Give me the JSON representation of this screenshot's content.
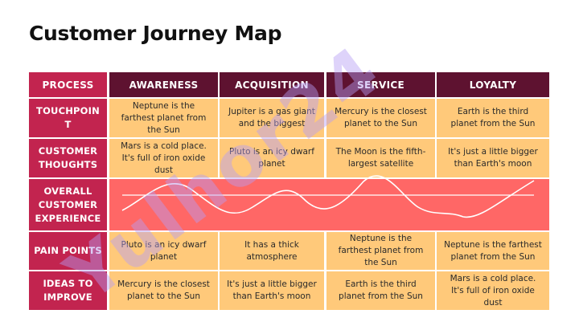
{
  "title": "Customer Journey Map",
  "watermark": "Yulhor24",
  "headers": {
    "process": "PROCESS",
    "stages": [
      "AWARENESS",
      "ACQUISITION",
      "SERVICE",
      "LOYALTY"
    ]
  },
  "rows": {
    "touchpoint": {
      "label": "TOUCHPOIN T",
      "cells": [
        "Neptune is the farthest planet from the Sun",
        "Jupiter is a gas giant and the biggest",
        "Mercury is the closest planet to the Sun",
        "Earth is the third planet from the Sun"
      ]
    },
    "thoughts": {
      "label": "CUSTOMER THOUGHTS",
      "cells": [
        "Mars is a cold place. It's full of iron oxide dust",
        "Pluto is an icy dwarf planet",
        "The Moon is the fifth-largest satellite",
        "It's just a little bigger than Earth's moon"
      ]
    },
    "experience": {
      "label": "OVERALL CUSTOMER EXPERIENCE"
    },
    "pain": {
      "label": "PAIN POINTS",
      "cells": [
        "Pluto is an icy dwarf planet",
        "It has a thick atmosphere",
        "Neptune is the farthest planet from the Sun",
        "Neptune is the farthest planet from the Sun"
      ]
    },
    "improve": {
      "label": "IDEAS TO IMPROVE",
      "cells": [
        "Mercury is the closest planet to the Sun",
        "It's just a little bigger than Earth's moon",
        "Earth is the third planet from the Sun",
        "Mars is a cold place. It's full of iron oxide dust"
      ]
    }
  },
  "colors": {
    "header_dark": "#5e1230",
    "label_crimson": "#c2244f",
    "cell_peach": "#ffc97a",
    "experience_band": "#ff6766",
    "watermark": "#b59df5"
  }
}
